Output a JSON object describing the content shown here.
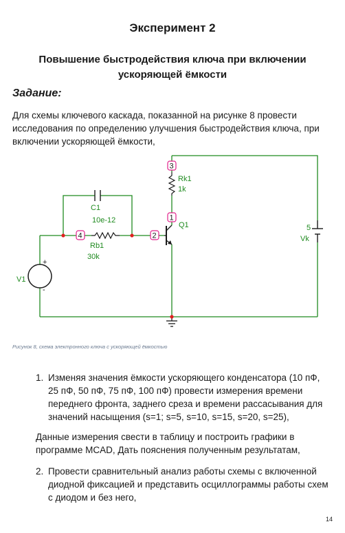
{
  "page": {
    "title": "Эксперимент 2",
    "section_title": "Повышение быстродействия ключа при включении ускоряющей ёмкости",
    "task_heading": "Задание:",
    "intro": "Для схемы ключевого каскада, показанной на рисунке 8 провести исследования по определению улучшения быстродействия ключа, при включении ускоряющей ёмкости,",
    "caption": "Рисунок 8, схема электронного ключа с ускоряющей ёмкостью",
    "page_number": "14"
  },
  "circuit": {
    "capacitor": {
      "name": "C1",
      "value": "10e-12"
    },
    "resistor_base": {
      "name": "Rb1",
      "value": "30k"
    },
    "resistor_collector": {
      "name": "Rk1",
      "value": "1k"
    },
    "transistor": {
      "name": "Q1"
    },
    "source_in": {
      "name": "V1"
    },
    "source_supply": {
      "name": "Vk",
      "value": "5"
    },
    "nodes": {
      "n1": "1",
      "n2": "2",
      "n3": "3",
      "n4": "4"
    },
    "source_plus": "+",
    "source_minus": "-",
    "wire_color": "#1f8a1f",
    "label_color": "#1f8a1f",
    "node_marker_color": "#e0208a",
    "junction_color": "#e02020"
  },
  "list": {
    "item1_num": "1.",
    "item1_text": "Изменяя значения ёмкости ускоряющего конденсатора (10 пФ, 25 пФ, 50 пФ, 75 пФ, 100 пФ) провести измерения времени переднего фронта, заднего среза и времени рассасывания для значений насыщения (s=1; s=5, s=10, s=15, s=20, s=25),",
    "paragraph": "Данные измерения свести в таблицу и построить графики в программе MCAD, Дать пояснения полученным результатам,",
    "item2_num": "2.",
    "item2_text": "Провести сравнительный анализ работы схемы с включенной диодной фиксацией и представить осциллограммы работы схем с диодом и без него,"
  }
}
